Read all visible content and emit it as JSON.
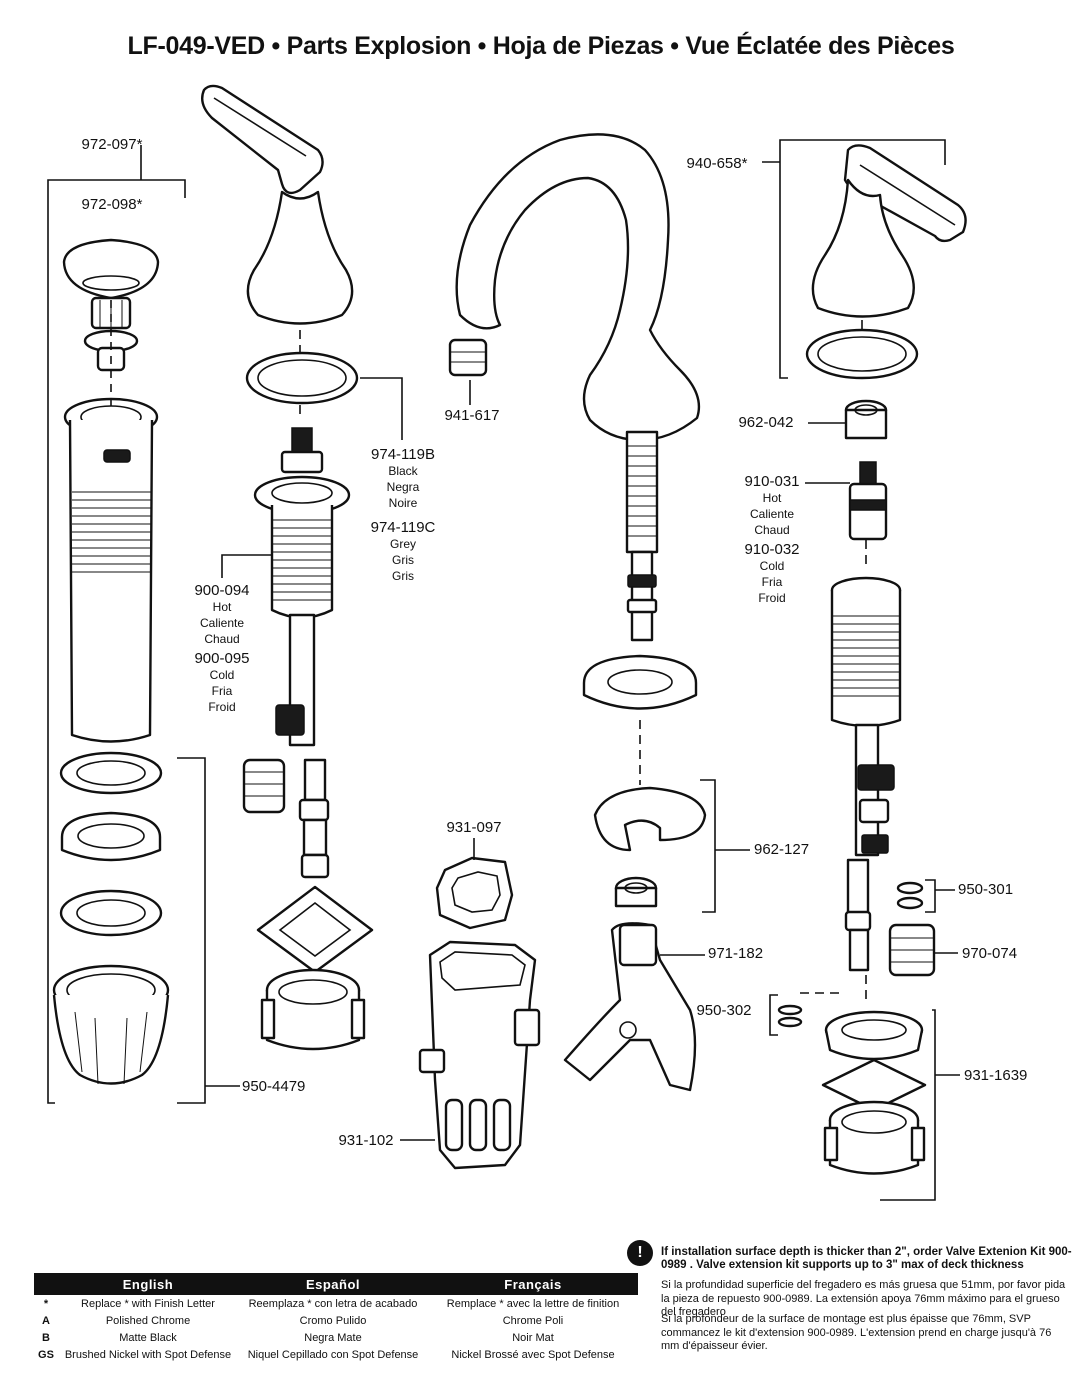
{
  "title": "LF-049-VED • Parts Explosion • Hoja de Piezas • Vue Éclatée des Pièces",
  "labels": {
    "p972097": "972-097*",
    "p972098": "972-098*",
    "p974119b": "974-119B",
    "p974119b_en": "Black",
    "p974119b_es": "Negra",
    "p974119b_fr": "Noire",
    "p974119c": "974-119C",
    "p974119c_en": "Grey",
    "p974119c_es": "Gris",
    "p974119c_fr": "Gris",
    "p900094": "900-094",
    "p900094_en": "Hot",
    "p900094_es": "Caliente",
    "p900094_fr": "Chaud",
    "p900095": "900-095",
    "p900095_en": "Cold",
    "p900095_es": "Fria",
    "p900095_fr": "Froid",
    "p941617": "941-617",
    "p940658": "940-658*",
    "p962042": "962-042",
    "p910031": "910-031",
    "p910031_en": "Hot",
    "p910031_es": "Caliente",
    "p910031_fr": "Chaud",
    "p910032": "910-032",
    "p910032_en": "Cold",
    "p910032_es": "Fria",
    "p910032_fr": "Froid",
    "p931097": "931-097",
    "p962127": "962-127",
    "p950301": "950-301",
    "p971182": "971-182",
    "p970074": "970-074",
    "p950302": "950-302",
    "p9314479": "950-4479",
    "p9311639": "931-1639",
    "p931102": "931-102"
  },
  "note": {
    "icon": "!",
    "bold": "If installation surface depth is thicker than 2\", order Valve Extenion Kit 900-0989 . Valve extension kit supports up to 3\" max of deck thickness",
    "es": "Si la profundidad superficie del fregadero es más gruesa que 51mm, por favor pida la pieza de repuesto 900-0989. La extensión apoya 76mm máximo para el grueso del fregadero",
    "fr": "Si la profondeur de la surface de montage est plus épaisse que 76mm, SVP commancez le kit d'extension 900-0989. L'extension prend en charge jusqu'à 76 mm d'épaisseur évier."
  },
  "legend": {
    "headers": [
      "English",
      "Español",
      "Français"
    ],
    "rows": [
      {
        "code": "*",
        "en": "Replace * with Finish Letter",
        "es": "Reemplaza * con letra de acabado",
        "fr": "Remplace * avec la lettre de finition"
      },
      {
        "code": "A",
        "en": "Polished Chrome",
        "es": "Cromo Pulido",
        "fr": "Chrome Poli"
      },
      {
        "code": "B",
        "en": "Matte Black",
        "es": "Negra Mate",
        "fr": "Noir Mat"
      },
      {
        "code": "GS",
        "en": "Brushed Nickel with Spot Defense",
        "es": "Niquel Cepillado con Spot Defense",
        "fr": "Nickel Brossé avec Spot Defense"
      }
    ]
  }
}
